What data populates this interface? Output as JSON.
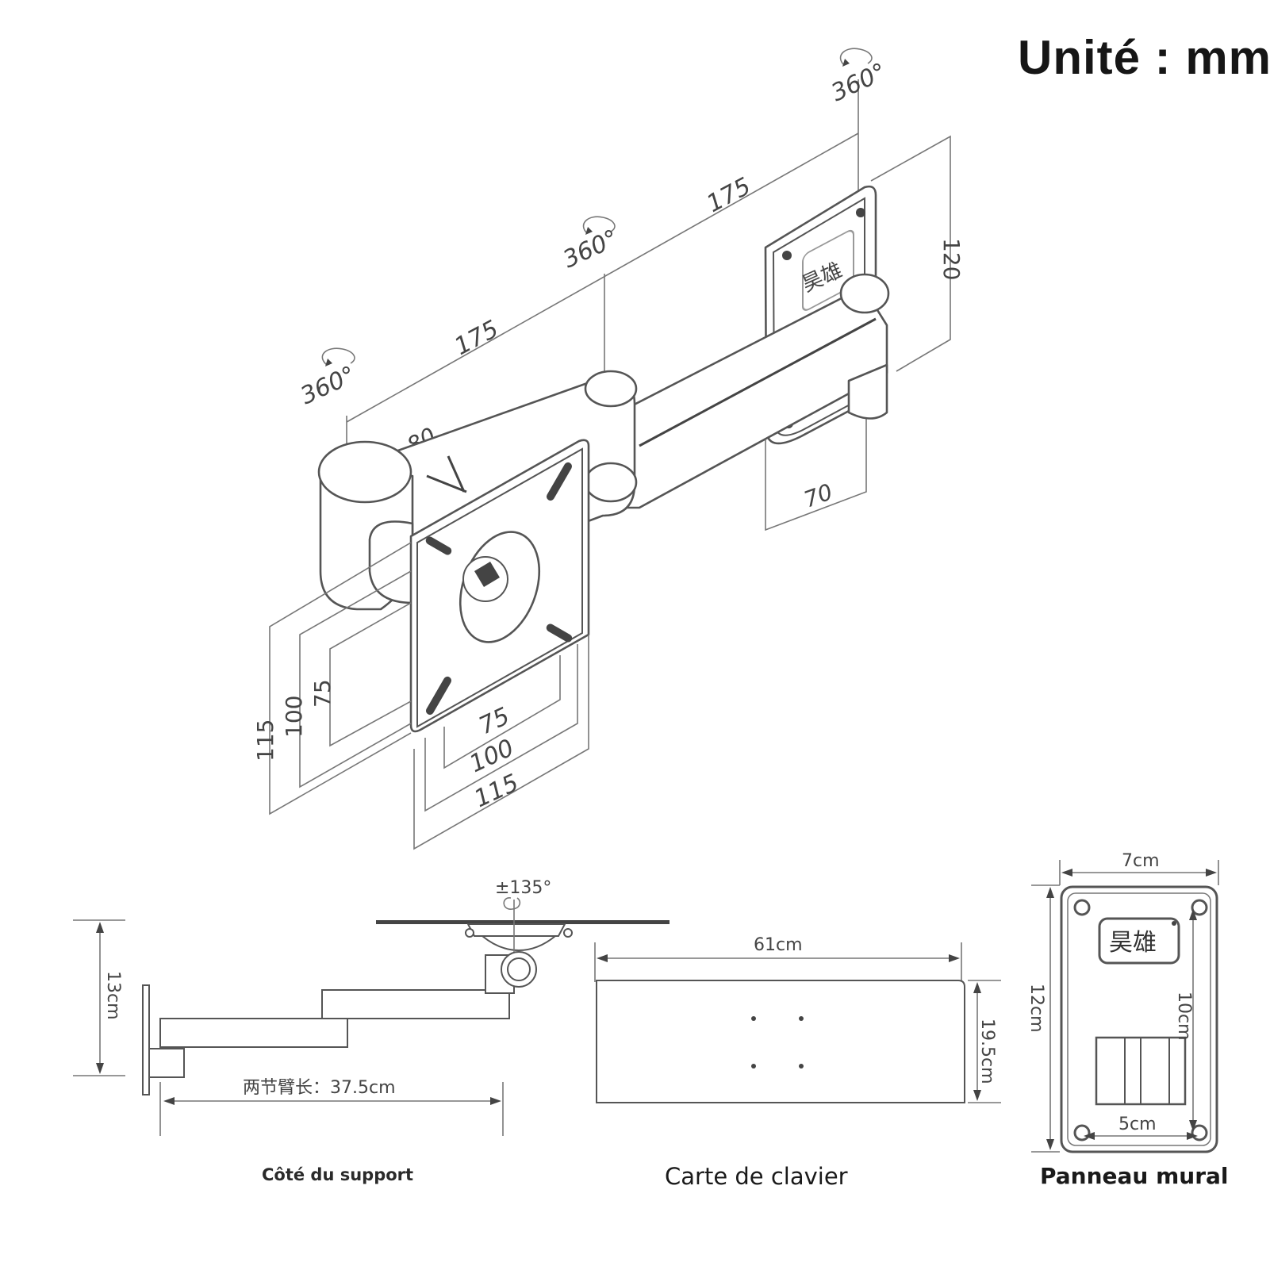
{
  "title": "Unité : mm",
  "main_diagram": {
    "rotation_labels": [
      "360°",
      "360°",
      "360°"
    ],
    "arm_lengths": [
      "175",
      "175"
    ],
    "offset": "80",
    "wall_plate_height": "120",
    "wall_plate_width": "70",
    "vesa_vertical": [
      "115",
      "100",
      "75"
    ],
    "vesa_horizontal": [
      "75",
      "100",
      "115"
    ]
  },
  "side_view": {
    "tilt_label": "±135°",
    "height": "13cm",
    "arm_length": "两节臂长：37.5cm",
    "caption": "Côté du support"
  },
  "keyboard": {
    "width": "61cm",
    "depth": "19.5cm",
    "caption": "Carte de clavier"
  },
  "wall_panel": {
    "width": "7cm",
    "height": "12cm",
    "hole_spacing_v": "10cm",
    "hole_spacing_h": "5cm",
    "brand_logo": "昊雄",
    "caption": "Panneau mural"
  },
  "colors": {
    "line": "#555555",
    "text": "#161616"
  }
}
